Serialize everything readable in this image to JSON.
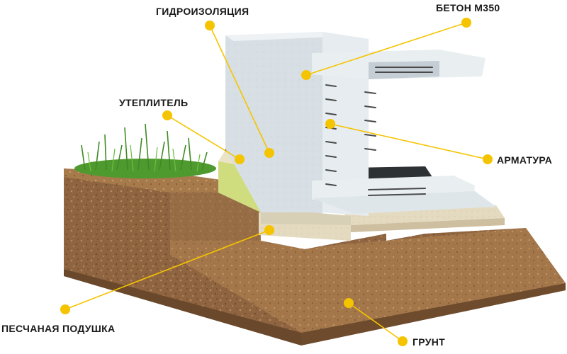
{
  "labels": {
    "waterproofing": "ГИДРОИЗОЛЯЦИЯ",
    "concrete": "БЕТОН М350",
    "insulation": "УТЕПЛИТЕЛЬ",
    "rebar": "АРМАТУРА",
    "sand_cushion": "ПЕСЧАНАЯ ПОДУШКА",
    "soil": "ГРУНТ"
  },
  "colors": {
    "marker": "#f5c400",
    "leader": "#f5c400",
    "concrete": "#d9e1e5",
    "insulation": "#d4e08a",
    "soil": "#9a6e44",
    "sand": "#e6dcc3",
    "waterproofing": "#3a3d40"
  }
}
